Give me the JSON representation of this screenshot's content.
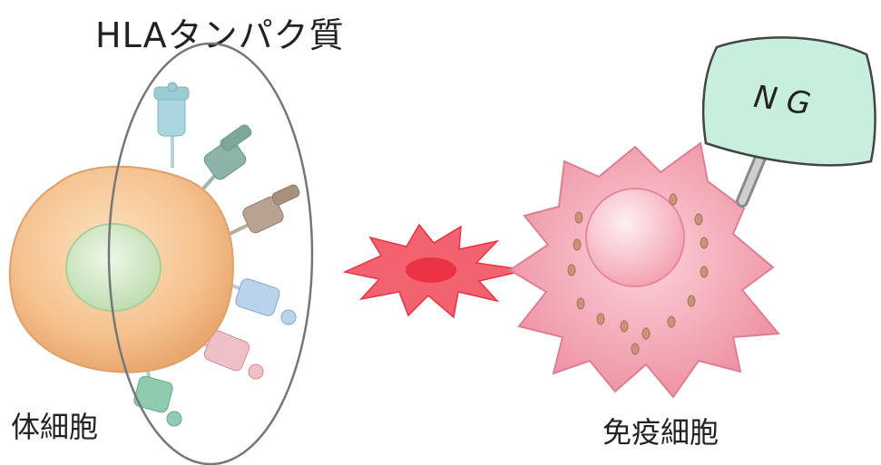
{
  "labels": {
    "hla_protein": "HLAタンパク質",
    "body_cell": "体細胞",
    "immune_cell": "免疫細胞",
    "sign": "N G"
  },
  "colors": {
    "body_cell": "#f5c89a",
    "nucleus": "#d9ecd0",
    "immune_cell": "#f4a3b0",
    "sign_board": "#c8eedd",
    "clash": "#e8283a",
    "ellipse": "#777777"
  },
  "icons": [
    "hla-protein-icon",
    "clash-burst-icon",
    "ng-sign-icon"
  ]
}
